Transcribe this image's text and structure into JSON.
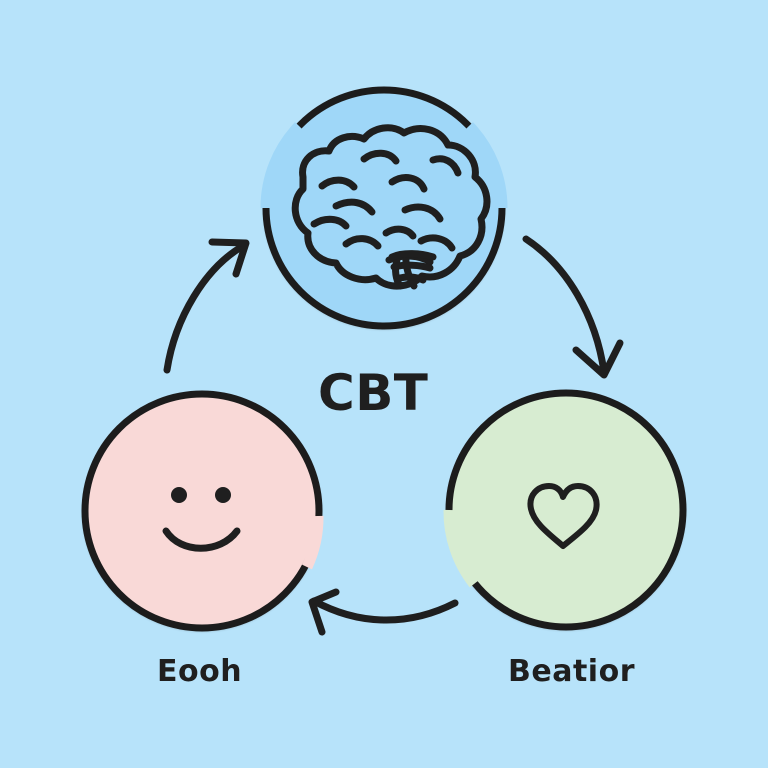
{
  "diagram": {
    "center_label": "CBT",
    "nodes": {
      "top": {
        "icon": "brain-icon"
      },
      "left": {
        "label": "Eooh",
        "icon": "smiley-face-icon"
      },
      "right": {
        "label": "Beatior",
        "icon": "heart-icon"
      }
    },
    "colors": {
      "background": "#b7e3fa",
      "top_fill": "#9fd7f8",
      "left_fill": "#f9d9d7",
      "right_fill": "#d7ecd1",
      "stroke": "#1f1f1f"
    }
  }
}
